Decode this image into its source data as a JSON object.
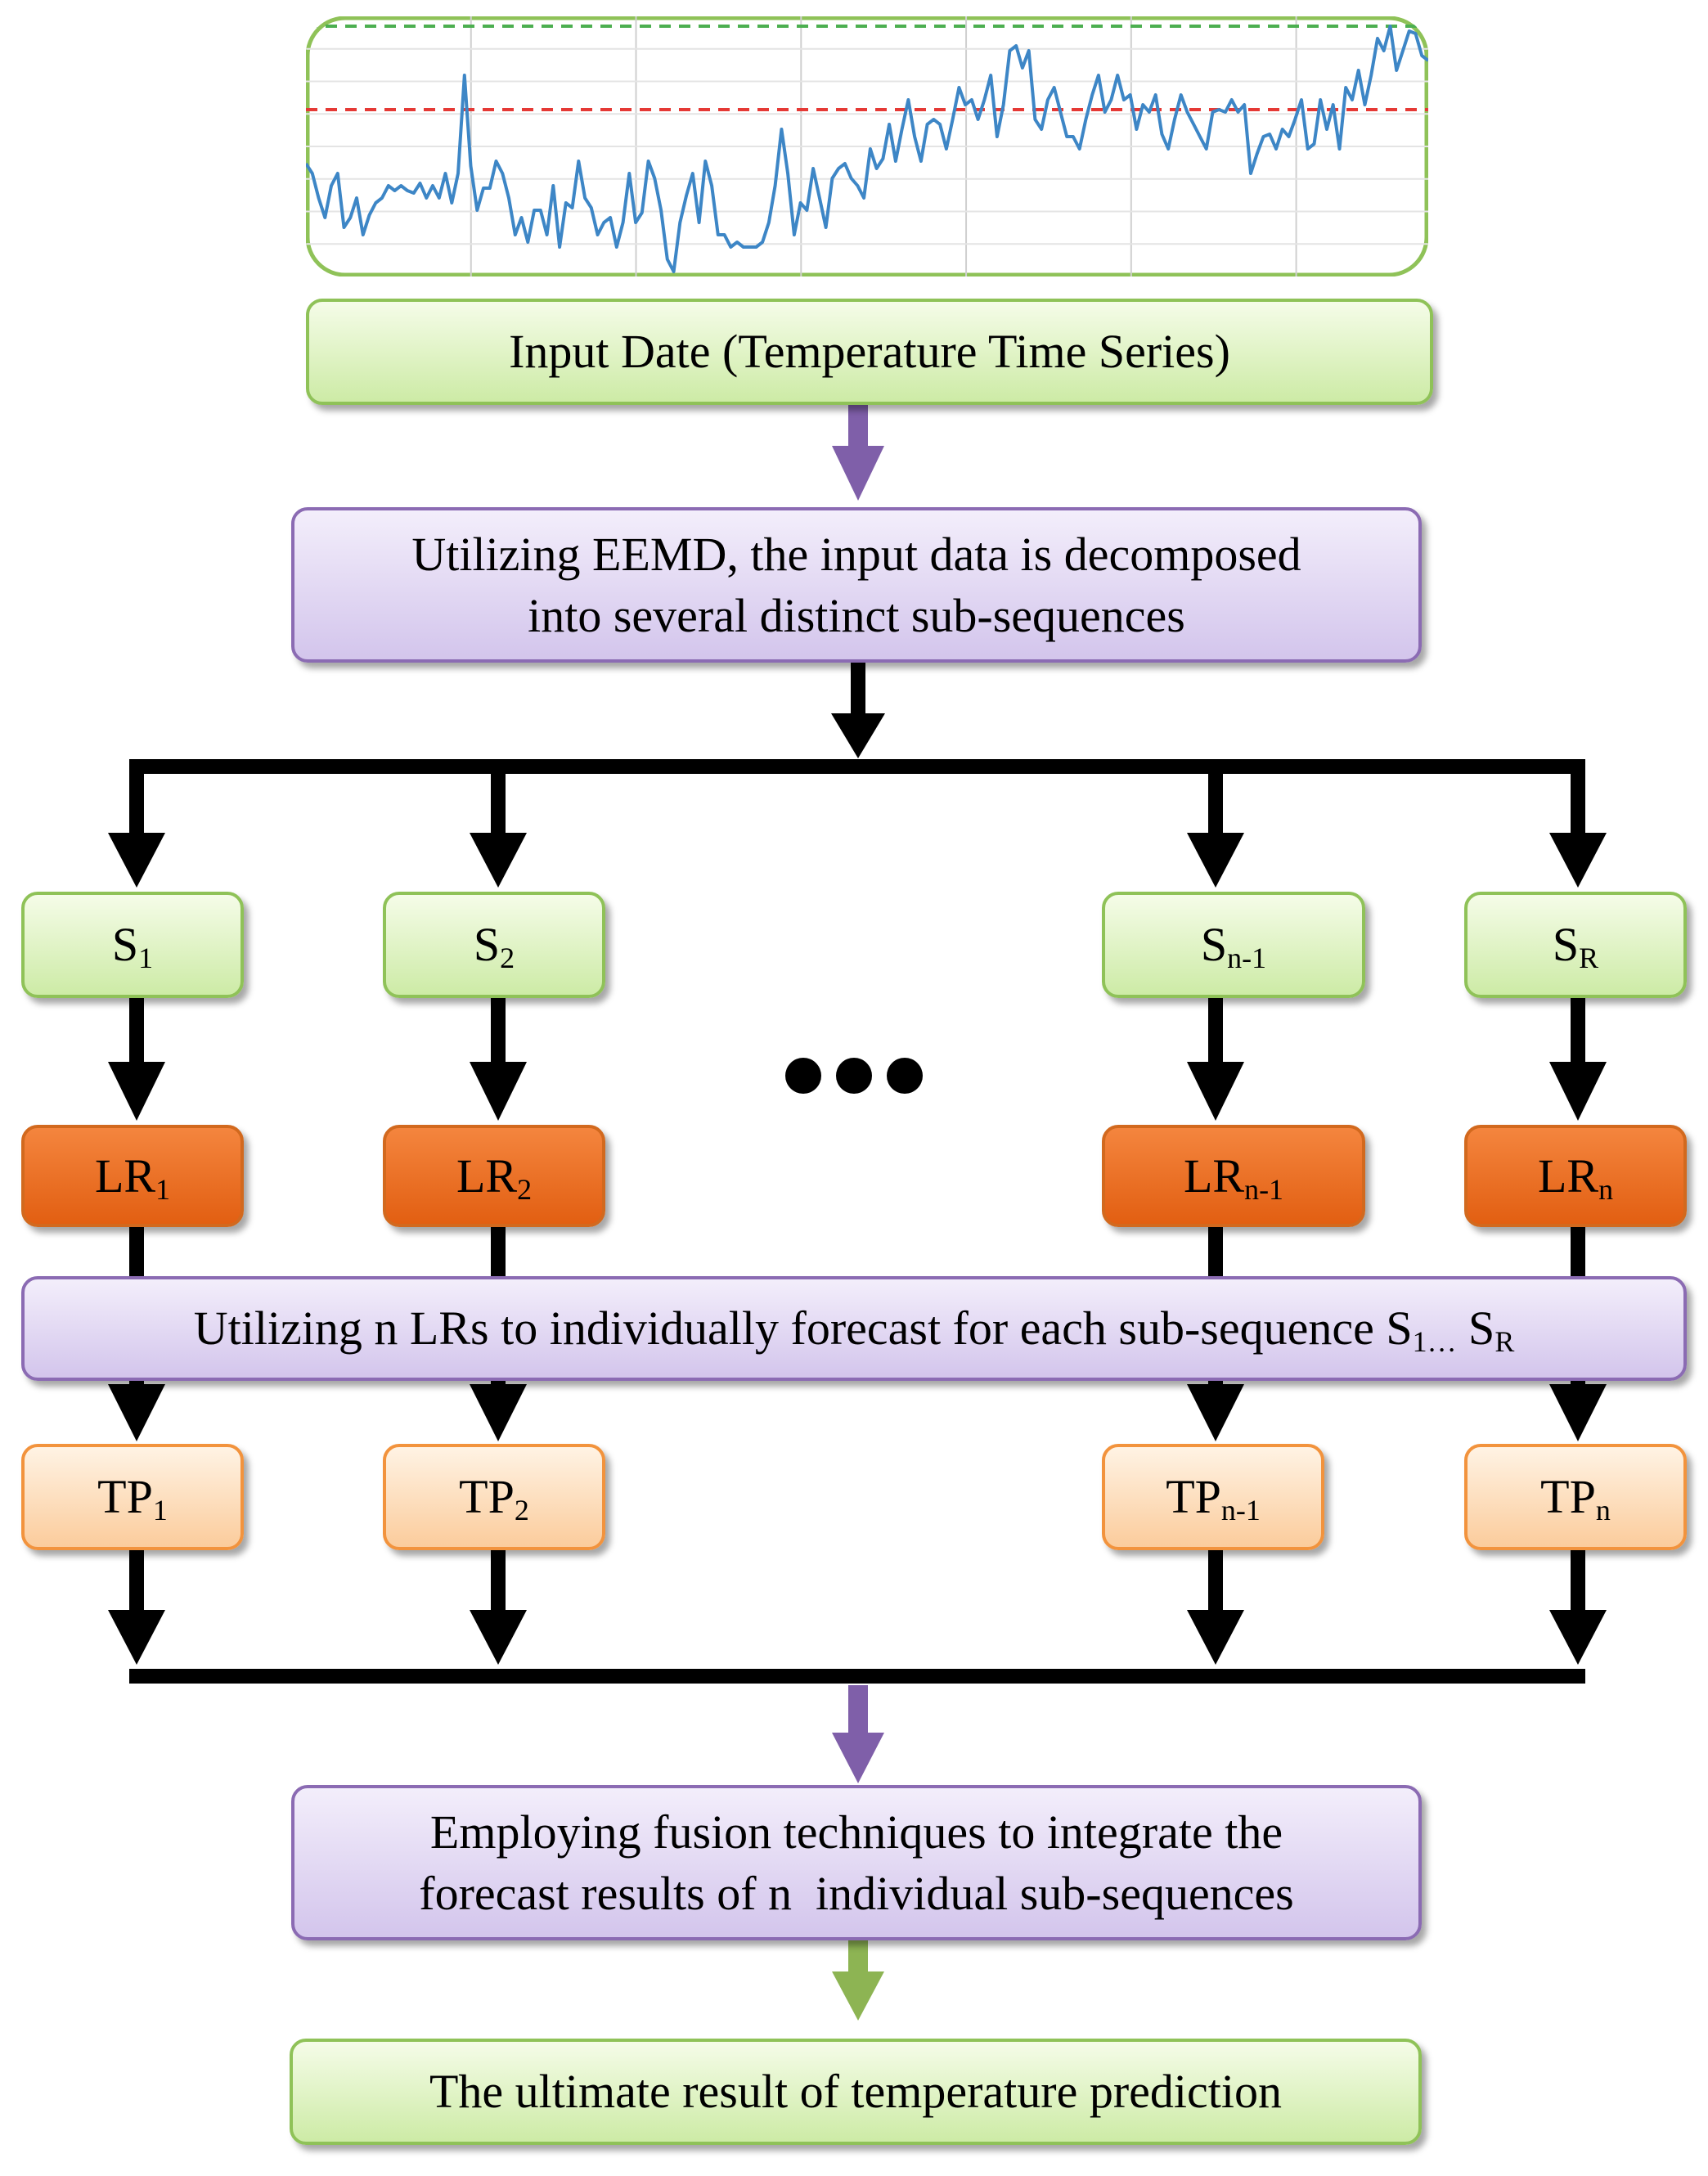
{
  "colors": {
    "green_border": "#8fc258",
    "purple_border": "#8b6bb3",
    "purple_arrow": "#7f5fa9",
    "green_arrow": "#8db453",
    "orange_fill": "#e8671a",
    "peach_fill": "#fbd2a6",
    "series_line": "#3d86c6",
    "ref_green": "#4caf50",
    "ref_red": "#e53935"
  },
  "chart_data": {
    "type": "line",
    "title": "",
    "xlabel": "",
    "ylabel": "",
    "grid": true,
    "reference_lines": [
      {
        "color": "#4caf50",
        "style": "dashed",
        "y": 100
      },
      {
        "color": "#e53935",
        "style": "dashed",
        "y": 66
      }
    ],
    "ylim": [
      0,
      100
    ],
    "series": [
      {
        "values": [
          44,
          40,
          30,
          22,
          35,
          40,
          18,
          22,
          30,
          15,
          23,
          28,
          30,
          35,
          33,
          35,
          33,
          32,
          36,
          30,
          35,
          30,
          40,
          28,
          40,
          80,
          43,
          25,
          34,
          34,
          45,
          40,
          30,
          15,
          22,
          12,
          25,
          25,
          15,
          35,
          10,
          28,
          26,
          45,
          30,
          26,
          15,
          20,
          22,
          10,
          20,
          40,
          20,
          24,
          45,
          38,
          25,
          5,
          0,
          20,
          31,
          40,
          20,
          45,
          35,
          15,
          15,
          10,
          12,
          10,
          10,
          10,
          12,
          20,
          35,
          58,
          40,
          15,
          28,
          25,
          42,
          30,
          18,
          38,
          42,
          44,
          38,
          35,
          30,
          50,
          42,
          46,
          60,
          45,
          58,
          70,
          55,
          45,
          60,
          62,
          60,
          50,
          62,
          75,
          68,
          70,
          62,
          70,
          80,
          55,
          68,
          90,
          92,
          83,
          90,
          62,
          58,
          70,
          75,
          65,
          55,
          55,
          50,
          62,
          72,
          80,
          65,
          70,
          80,
          70,
          72,
          58,
          68,
          65,
          72,
          56,
          50,
          62,
          72,
          65,
          60,
          55,
          50,
          65,
          66,
          65,
          70,
          65,
          68,
          40,
          48,
          55,
          56,
          50,
          58,
          55,
          62,
          70,
          50,
          52,
          70,
          58,
          68,
          50,
          75,
          70,
          82,
          68,
          80,
          95,
          90,
          100,
          82,
          90,
          98,
          97,
          88,
          86
        ]
      }
    ]
  },
  "input_box": {
    "label": "Input Date (Temperature Time Series)"
  },
  "decompose_box": {
    "line1": "Utilizing EEMD, the input data is decomposed",
    "line2": "into several distinct sub-sequences"
  },
  "subsequences": [
    {
      "base": "S",
      "sub": "1"
    },
    {
      "base": "S",
      "sub": "2"
    },
    {
      "base": "S",
      "sub": "n-1"
    },
    {
      "base": "S",
      "sub": "R"
    }
  ],
  "regressors": [
    {
      "base": "LR",
      "sub": "1"
    },
    {
      "base": "LR",
      "sub": "2"
    },
    {
      "base": "LR",
      "sub": "n-1"
    },
    {
      "base": "LR",
      "sub": "n"
    }
  ],
  "forecast_box": {
    "text": "Utilizing n LRs to individually forecast for each sub-sequence S",
    "sub1": "1…",
    "space": " S",
    "sub2": "R"
  },
  "predictions": [
    {
      "base": "TP",
      "sub": "1"
    },
    {
      "base": "TP",
      "sub": "2"
    },
    {
      "base": "TP",
      "sub": "n-1"
    },
    {
      "base": "TP",
      "sub": "n"
    }
  ],
  "fusion_box": {
    "line1": "Employing fusion techniques to integrate the",
    "line2": "forecast results of n  individual sub-sequences"
  },
  "result_box": {
    "label": "The ultimate result of temperature prediction"
  }
}
